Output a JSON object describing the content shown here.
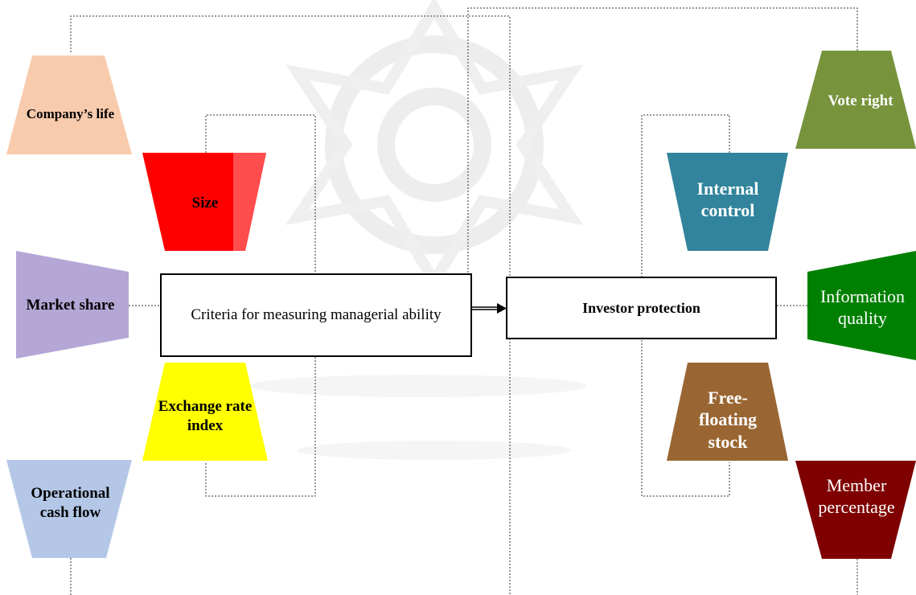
{
  "diagram": {
    "left_center_box": "Criteria for measuring managerial ability",
    "right_center_box": "Investor protection",
    "left_shapes": {
      "companys_life": "Company’s life",
      "size": "Size",
      "market_share": "Market share",
      "exchange_rate_index": "Exchange rate index",
      "operational_cash_flow": "Operational cash flow"
    },
    "right_shapes": {
      "vote_right": "Vote right",
      "internal_control": "Internal control",
      "information_quality": "Information quality",
      "free_floating_stock": "Free-floating stock",
      "member_percentage": "Member percentage"
    },
    "colors": {
      "companys_life": "#F8CBAD",
      "size": "#FF0000",
      "size_highlight": "#FF4D4D",
      "market_share": "#B4A7D6",
      "exchange_rate_index": "#FFFF00",
      "operational_cash_flow": "#B4C7E7",
      "vote_right": "#77933C",
      "internal_control": "#31849B",
      "information_quality": "#008000",
      "free_floating_stock": "#996633",
      "member_percentage": "#7F0000",
      "watermark": "#EAEAEA"
    }
  }
}
